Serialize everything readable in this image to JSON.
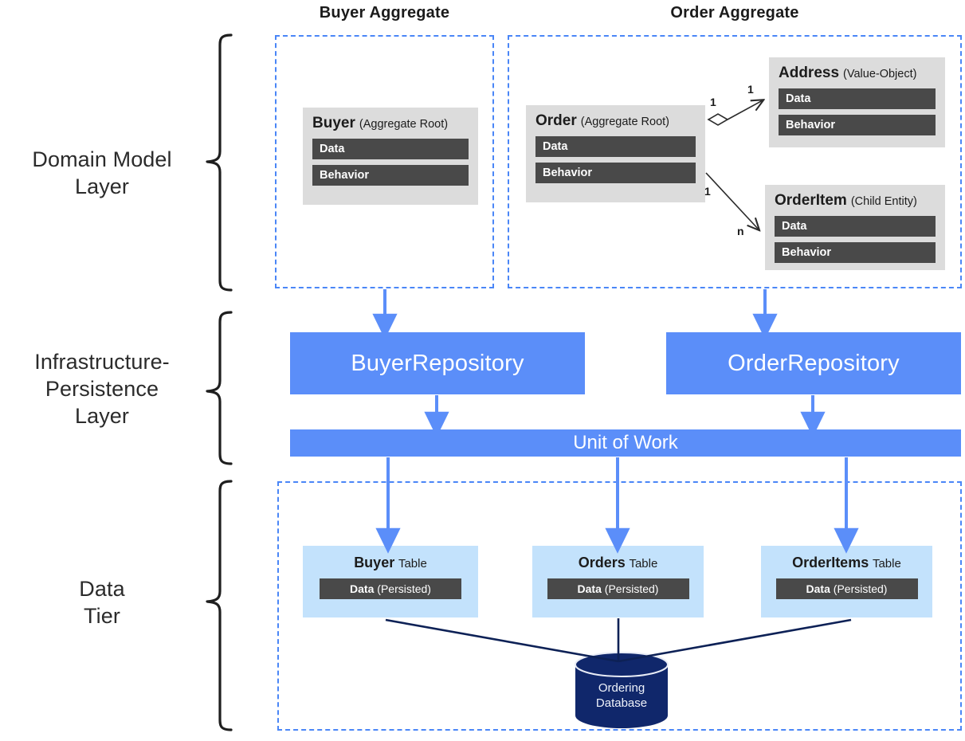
{
  "sections": {
    "buyer_aggregate_title": "Buyer Aggregate",
    "order_aggregate_title": "Order Aggregate"
  },
  "layers": [
    {
      "id": "domain",
      "label": "Domain Model\nLayer",
      "line1": "Domain Model",
      "line2": "Layer"
    },
    {
      "id": "infrastructure",
      "label": "Infrastructure-Persistence Layer",
      "line1": "Infrastructure-",
      "line2": "Persistence",
      "line3": "Layer"
    },
    {
      "id": "data",
      "label": "Data Tier",
      "line1": "Data",
      "line2": "Tier"
    }
  ],
  "entities": [
    {
      "id": "buyer",
      "name": "Buyer",
      "stereotype": "(Aggregate Root)",
      "slots": [
        "Data",
        "Behavior"
      ]
    },
    {
      "id": "order",
      "name": "Order",
      "stereotype": "(Aggregate Root)",
      "slots": [
        "Data",
        "Behavior"
      ]
    },
    {
      "id": "address",
      "name": "Address",
      "stereotype": "(Value-Object)",
      "slots": [
        "Data",
        "Behavior"
      ]
    },
    {
      "id": "orderitem",
      "name": "OrderItem",
      "stereotype": "(Child Entity)",
      "slots": [
        "Data",
        "Behavior"
      ]
    }
  ],
  "relations": [
    {
      "id": "order-address",
      "from": "Order",
      "to": "Address",
      "source_multiplicity": "1",
      "target_multiplicity": "1",
      "kind": "aggregation"
    },
    {
      "id": "order-orderitem",
      "from": "Order",
      "to": "OrderItem",
      "source_multiplicity": "1",
      "target_multiplicity": "n",
      "kind": "association"
    }
  ],
  "repositories": [
    {
      "id": "buyer-repository",
      "label": "BuyerRepository"
    },
    {
      "id": "order-repository",
      "label": "OrderRepository"
    }
  ],
  "unit_of_work": {
    "label": "Unit of Work"
  },
  "tables": [
    {
      "id": "buyer-table",
      "name": "Buyer",
      "suffix": "Table",
      "slot_bold": "Data",
      "slot_rest": "(Persisted)"
    },
    {
      "id": "orders-table",
      "name": "Orders",
      "suffix": "Table",
      "slot_bold": "Data",
      "slot_rest": "(Persisted)"
    },
    {
      "id": "orderitems-table",
      "name": "OrderItems",
      "suffix": "Table",
      "slot_bold": "Data",
      "slot_rest": "(Persisted)"
    }
  ],
  "database": {
    "id": "ordering-database",
    "line1": "Ordering",
    "line2": "Database"
  },
  "colors": {
    "dashed_border": "#4a86f7",
    "repository_blue": "#5b8ef9",
    "table_light_blue": "#c3e2fc",
    "entity_grey": "#dcdcdc",
    "slot_dark": "#494949",
    "database_navy": "#10276b",
    "arrow_blue": "#5b8ef9",
    "connector_navy": "#0d2156",
    "text_dark": "#262626"
  }
}
